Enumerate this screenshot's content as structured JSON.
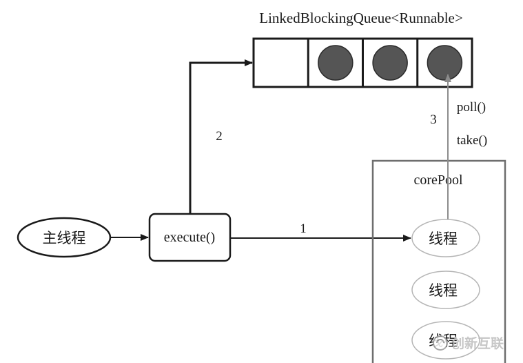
{
  "queue": {
    "title": "LinkedBlockingQueue<Runnable>",
    "slots": [
      {
        "filled": false
      },
      {
        "filled": true
      },
      {
        "filled": true
      },
      {
        "filled": true
      }
    ]
  },
  "main_thread": {
    "label": "主线程"
  },
  "execute": {
    "label": "execute()"
  },
  "edges": {
    "to_pool_label": "1",
    "to_queue_label": "2",
    "from_queue_label": "3",
    "poll_label": "poll()",
    "take_label": "take()"
  },
  "core_pool": {
    "title": "corePool",
    "threads": [
      "线程",
      "线程",
      "线程"
    ]
  },
  "watermark": {
    "text": "创新互联"
  },
  "colors": {
    "stroke": "#1a1a1a",
    "queue_item": "#555555",
    "pool_border": "#6e6e6e",
    "thread_border": "#b5b5b5",
    "thin_arrow": "#8c8c8c"
  }
}
